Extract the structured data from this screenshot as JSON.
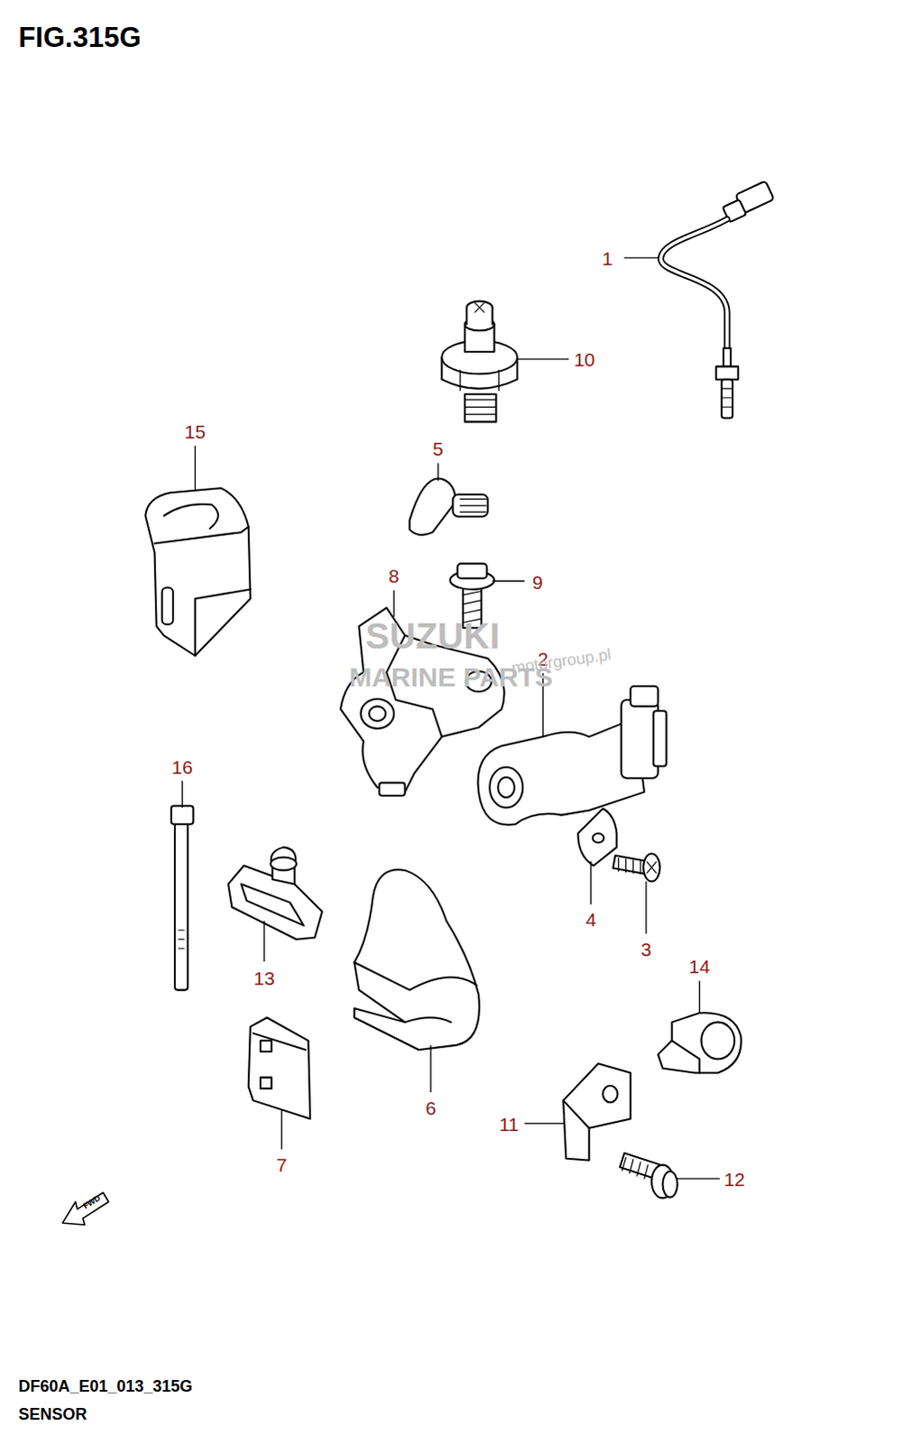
{
  "diagram": {
    "title": "FIG.315G",
    "caption": "DF60A_E01_013_315G",
    "labels": [
      "1",
      "10",
      "15",
      "5",
      "8",
      "9",
      "2",
      "16",
      "4",
      "3",
      "14",
      "13",
      "6",
      "11",
      "7",
      "12",
      "FWD",
      "SUZUKI",
      "MARINE PARTS",
      "motorgroup.pl",
      "SENSOR"
    ]
  }
}
